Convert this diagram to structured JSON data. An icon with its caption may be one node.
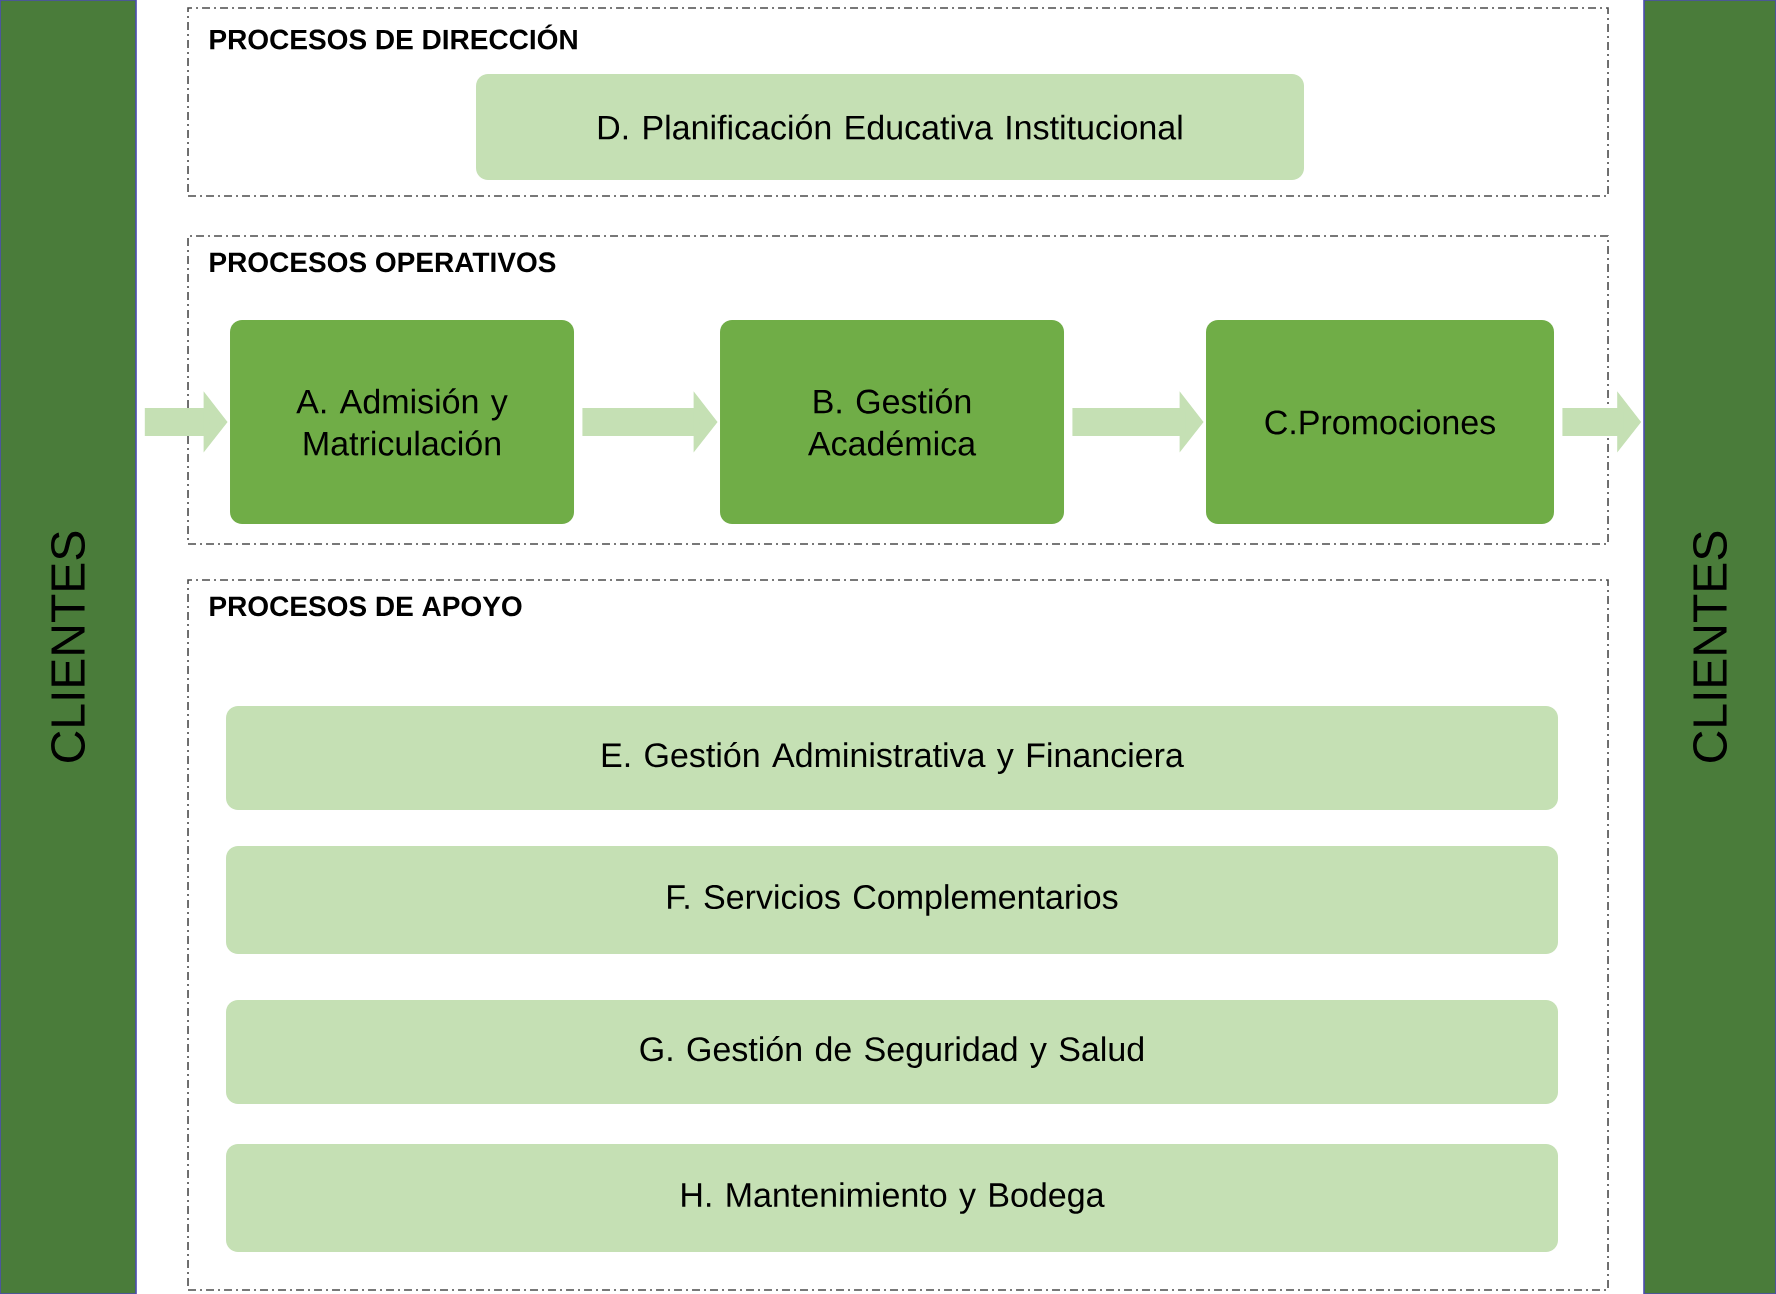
{
  "diagram": {
    "nodes": [
      {
        "text": [
          "CLIENTES"
        ]
      },
      {
        "text": [
          "PROCESOS DE DIRECCIÓN"
        ]
      },
      {
        "text": [
          "D. Planificación Educativa Institucional"
        ],
        "in": 1
      },
      {
        "text": [
          "PROCESOS OPERATIVOS"
        ]
      },
      {
        "text": [
          "A. Admisión y Matriculación"
        ],
        "in": 3
      },
      {
        "text": [
          "B. Gestión Académica"
        ],
        "in": 3
      },
      {
        "text": [
          "C.Promociones"
        ],
        "in": 3
      },
      {
        "text": [
          "PROCESOS DE APOYO"
        ]
      },
      {
        "text": [
          "E. Gestión Administrativa y Financiera"
        ],
        "in": 7
      },
      {
        "text": [
          "F. Servicios Complementarios"
        ],
        "in": 7
      },
      {
        "text": [
          "G. Gestión de Seguridad y Salud"
        ],
        "in": 7
      },
      {
        "text": [
          "H. Mantenimiento y Bodega"
        ],
        "in": 7
      },
      {
        "text": [
          "CLIENTES"
        ]
      }
    ],
    "edges": [
      {
        "from": 0,
        "to": 4,
        "arrow": "to"
      },
      {
        "from": 4,
        "to": 5,
        "arrow": "to"
      },
      {
        "from": 5,
        "to": 6,
        "arrow": "to"
      },
      {
        "from": 6,
        "to": 12,
        "arrow": "to"
      }
    ]
  }
}
